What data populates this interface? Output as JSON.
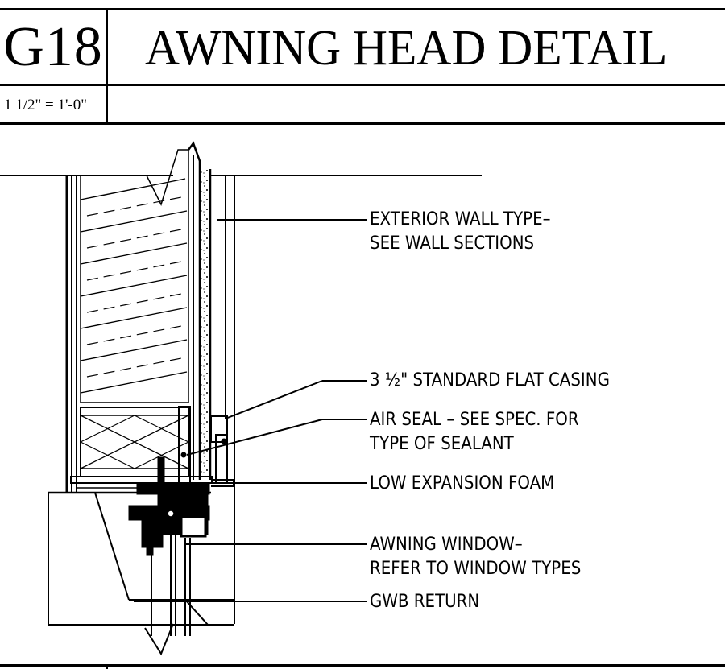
{
  "title_block": {
    "detail_number": "G18",
    "detail_title": "AWNING HEAD DETAIL",
    "scale": "1 1/2\" = 1'-0\""
  },
  "notes": [
    {
      "id": "exterior-wall",
      "lines": [
        "EXTERIOR WALL TYPE–",
        "SEE WALL SECTIONS"
      ]
    },
    {
      "id": "flat-casing",
      "lines": [
        "3 ½\" STANDARD FLAT CASING"
      ]
    },
    {
      "id": "air-seal",
      "lines": [
        "AIR SEAL – SEE SPEC. FOR",
        "TYPE OF SEALANT"
      ]
    },
    {
      "id": "expansion-foam",
      "lines": [
        "LOW EXPANSION FOAM"
      ]
    },
    {
      "id": "awning-window",
      "lines": [
        "AWNING WINDOW–",
        "REFER TO WINDOW TYPES"
      ]
    },
    {
      "id": "gwb-return",
      "lines": [
        "GWB RETURN"
      ]
    }
  ]
}
